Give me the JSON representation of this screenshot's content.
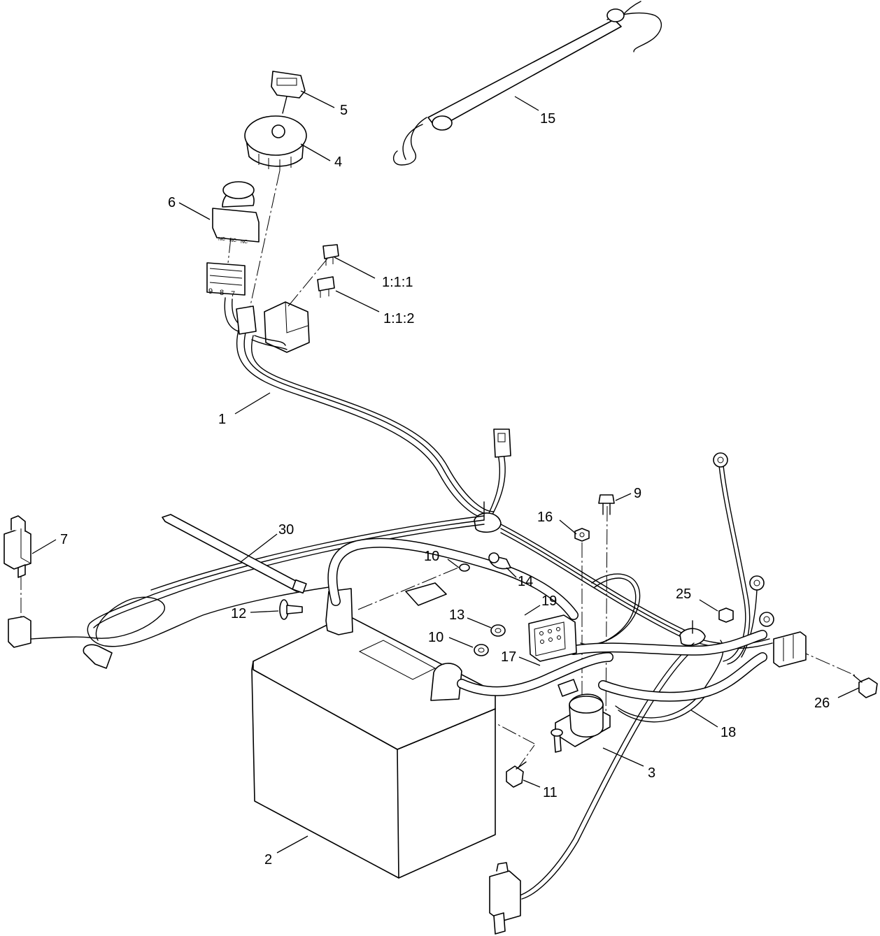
{
  "callouts": [
    {
      "id": "c1",
      "label": "1"
    },
    {
      "id": "c111",
      "label": "1:1:1"
    },
    {
      "id": "c112",
      "label": "1:1:2"
    },
    {
      "id": "c2",
      "label": "2"
    },
    {
      "id": "c3",
      "label": "3"
    },
    {
      "id": "c4",
      "label": "4"
    },
    {
      "id": "c5",
      "label": "5"
    },
    {
      "id": "c6",
      "label": "6"
    },
    {
      "id": "c7",
      "label": "7"
    },
    {
      "id": "c9",
      "label": "9"
    },
    {
      "id": "c10a",
      "label": "10"
    },
    {
      "id": "c10b",
      "label": "10"
    },
    {
      "id": "c11",
      "label": "11"
    },
    {
      "id": "c12",
      "label": "12"
    },
    {
      "id": "c13",
      "label": "13"
    },
    {
      "id": "c14",
      "label": "14"
    },
    {
      "id": "c15",
      "label": "15"
    },
    {
      "id": "c16",
      "label": "16"
    },
    {
      "id": "c17",
      "label": "17"
    },
    {
      "id": "c18",
      "label": "18"
    },
    {
      "id": "c19",
      "label": "19"
    },
    {
      "id": "c25",
      "label": "25"
    },
    {
      "id": "c26",
      "label": "26"
    },
    {
      "id": "c30",
      "label": "30"
    }
  ],
  "switch_labels": {
    "nc1": "NC",
    "nc2": "NC",
    "nc3": "NC",
    "pin9": "9",
    "pin8": "8",
    "pin7": "7"
  }
}
